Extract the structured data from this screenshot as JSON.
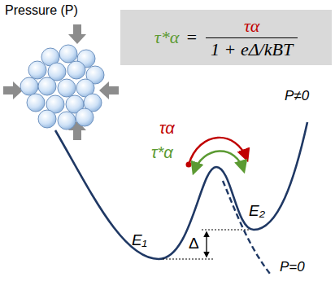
{
  "diagram": {
    "nodes": [
      {
        "text": [
          "τ*α",
          "=",
          "τα",
          "1 + eΔ/kBT"
        ]
      }
    ],
    "labels": [
      "Pressure (P)",
      "τα",
      "τ*α",
      "E₁",
      "E₂",
      "Δ",
      "P≠0",
      "P=0"
    ]
  }
}
